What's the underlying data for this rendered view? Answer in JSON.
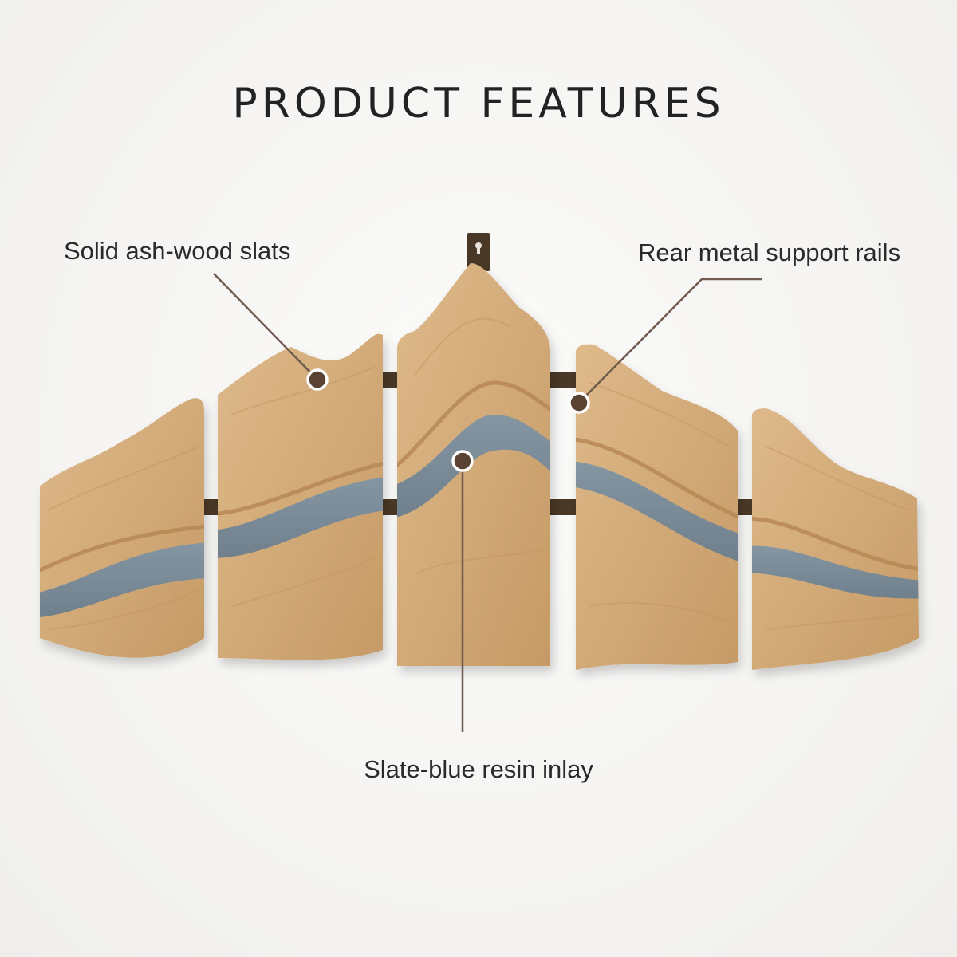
{
  "title": "PRODUCT FEATURES",
  "callouts": {
    "wood": "Solid ash-wood slats",
    "rails": "Rear metal support rails",
    "resin": "Slate-blue resin inlay"
  },
  "colors": {
    "wood": "#d2aa78",
    "wood_dark": "#b48652",
    "resin": "#7b8b98",
    "rail": "#4a3826",
    "leader": "#6e5a4e",
    "text": "#222222"
  }
}
